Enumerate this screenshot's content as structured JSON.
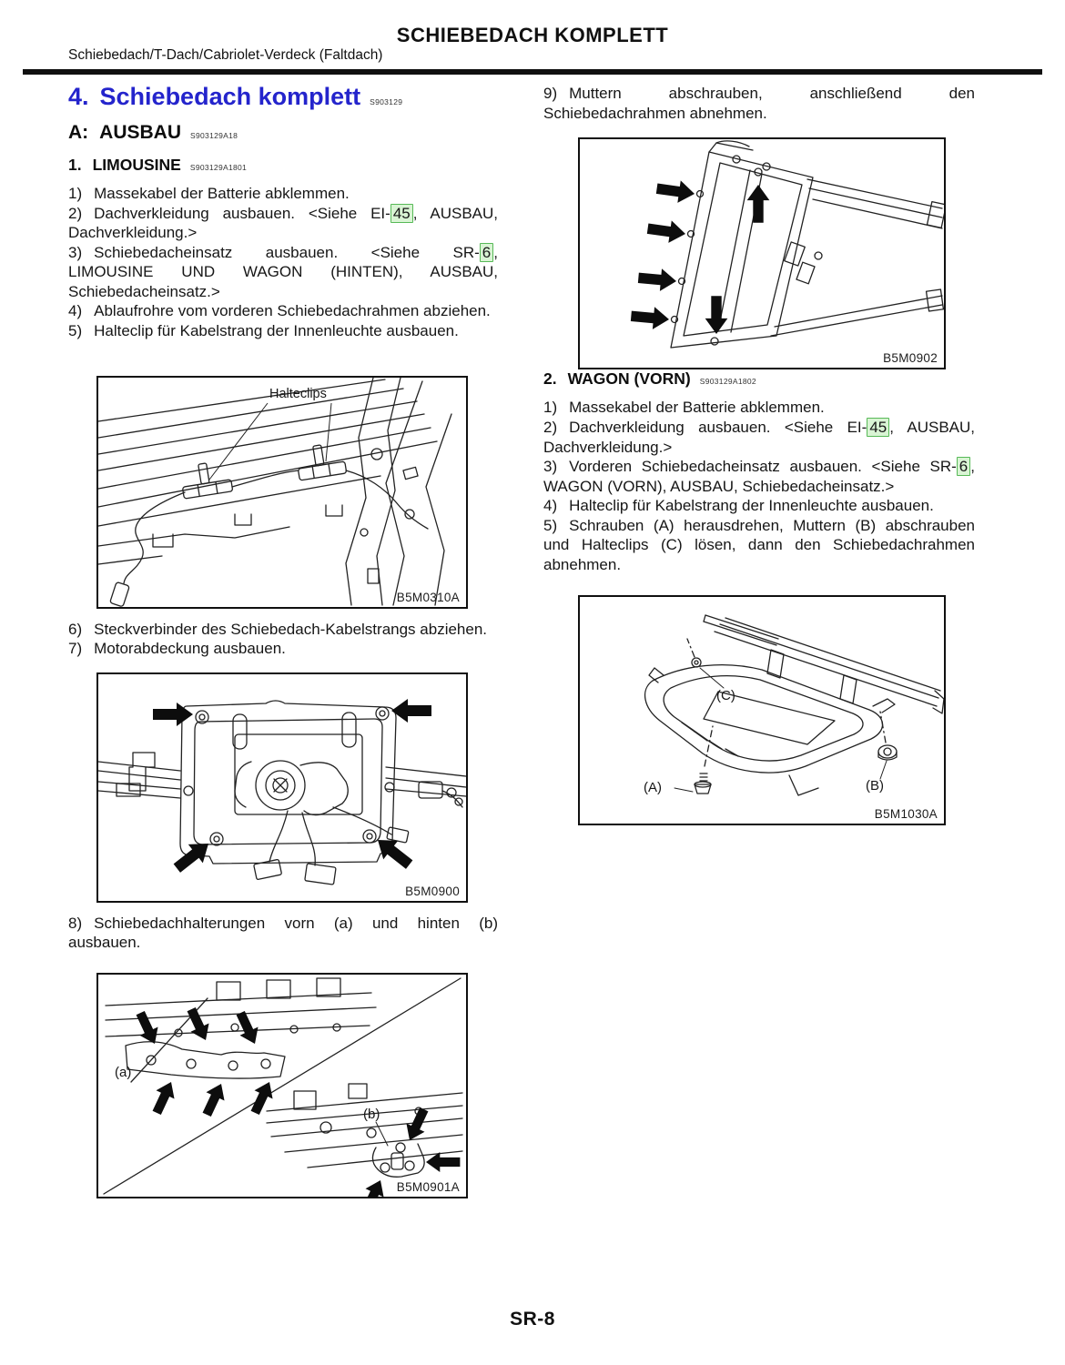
{
  "header": {
    "title": "SCHIEBEDACH KOMPLETT",
    "subtitle": "Schiebedach/T-Dach/Cabriolet-Verdeck (Faltdach)"
  },
  "footer": {
    "page_number": "SR-8"
  },
  "colors": {
    "heading_blue": "#2424cc",
    "reference_link_border": "#57b957",
    "reference_link_fill": "#d9f4d4",
    "text": "#111111"
  },
  "section": {
    "number": "4.",
    "title": "Schiebedach komplett",
    "code": "S903129",
    "subsection_letter": "A:",
    "subsection_title": "AUSBAU",
    "subsection_code": "S903129A18"
  },
  "limousine": {
    "number": "1.",
    "title": "LIMOUSINE",
    "code": "S903129A1801",
    "steps": [
      {
        "num": "1)",
        "segments": [
          {
            "t": "Massekabel der Batterie abklemmen."
          }
        ]
      },
      {
        "num": "2)",
        "segments": [
          {
            "t": "Dachverkleidung ausbauen. <Siehe EI-"
          },
          {
            "link": "45"
          },
          {
            "t": ", AUSBAU, Dachverkleidung.>"
          }
        ]
      },
      {
        "num": "3)",
        "segments": [
          {
            "t": "Schiebedacheinsatz ausbauen. <Siehe SR-"
          },
          {
            "link": "6"
          },
          {
            "t": ", LIMOUSINE UND WAGON (HINTEN), AUSBAU, Schiebedacheinsatz.>"
          }
        ]
      },
      {
        "num": "4)",
        "segments": [
          {
            "t": "Ablaufrohre vom vorderen Schiebedachrahmen abziehen."
          }
        ]
      },
      {
        "num": "5)",
        "segments": [
          {
            "t": "Halteclip für Kabelstrang der Innenleuchte ausbauen."
          }
        ]
      },
      {
        "num": "6)",
        "segments": [
          {
            "t": "Steckverbinder des Schiebedach-Kabelstrangs abziehen."
          }
        ]
      },
      {
        "num": "7)",
        "segments": [
          {
            "t": "Motorabdeckung ausbauen."
          }
        ]
      },
      {
        "num": "8)",
        "segments": [
          {
            "t": "Schiebedachhalterungen vorn (a) und hinten (b) ausbauen."
          }
        ]
      },
      {
        "num": "9)",
        "segments": [
          {
            "t": "Muttern abschrauben, anschließend den Schiebedachrahmen abnehmen."
          }
        ]
      }
    ]
  },
  "wagon": {
    "number": "2.",
    "title": "WAGON (VORN)",
    "code": "S903129A1802",
    "steps": [
      {
        "num": "1)",
        "segments": [
          {
            "t": "Massekabel der Batterie abklemmen."
          }
        ]
      },
      {
        "num": "2)",
        "segments": [
          {
            "t": "Dachverkleidung ausbauen. <Siehe EI-"
          },
          {
            "link": "45"
          },
          {
            "t": ", AUSBAU, Dachverkleidung.>"
          }
        ]
      },
      {
        "num": "3)",
        "segments": [
          {
            "t": "Vorderen Schiebedacheinsatz ausbauen. <Siehe SR-"
          },
          {
            "link": "6"
          },
          {
            "t": ", WAGON (VORN), AUSBAU, Schiebedacheinsatz.>"
          }
        ]
      },
      {
        "num": "4)",
        "segments": [
          {
            "t": "Halteclip für Kabelstrang der Innenleuchte ausbauen."
          }
        ]
      },
      {
        "num": "5)",
        "segments": [
          {
            "t": "Schrauben (A) herausdrehen, Muttern (B) abschrauben und Halteclips (C) lösen, dann den Schiebedachrahmen abnehmen."
          }
        ]
      }
    ]
  },
  "figures": {
    "halteclips": {
      "code": "B5M0310A",
      "callout": "Halteclips"
    },
    "motor_cover": {
      "code": "B5M0900"
    },
    "brackets": {
      "code": "B5M0901A",
      "label_a": "(a)",
      "label_b": "(b)"
    },
    "frame_rear": {
      "code": "B5M0902"
    },
    "frame_front": {
      "code": "B5M1030A",
      "label_a": "(A)",
      "label_b": "(B)",
      "label_c": "(C)"
    }
  }
}
